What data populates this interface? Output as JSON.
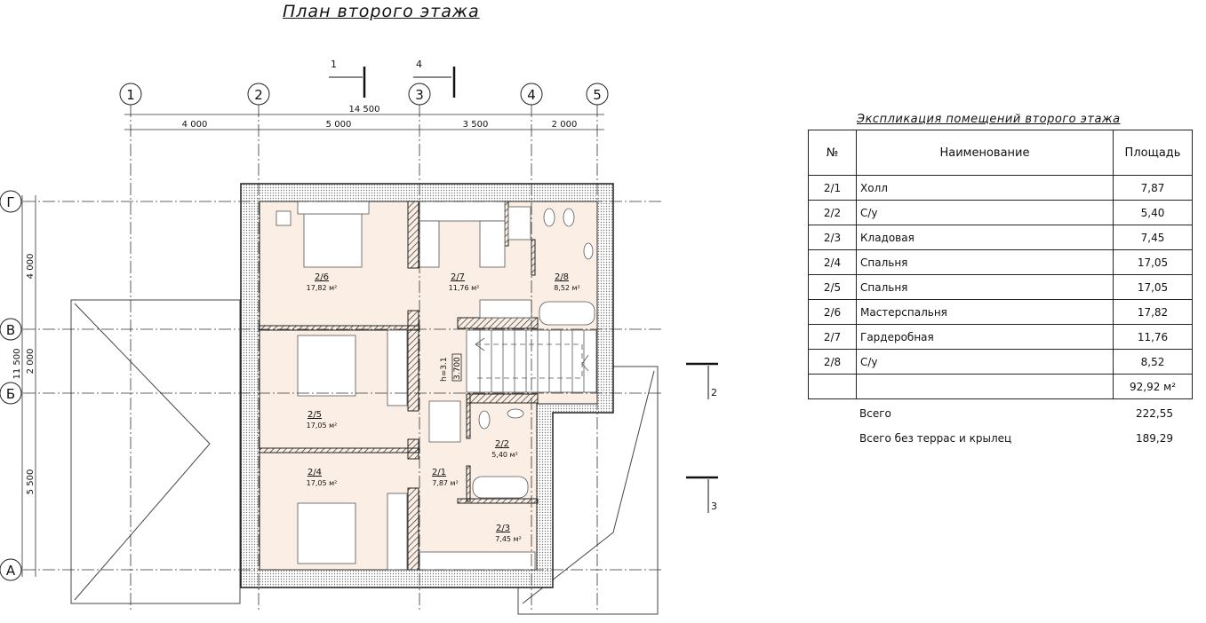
{
  "title": "План второго этажа",
  "axes": {
    "vertical": [
      "1",
      "2",
      "3",
      "4",
      "5"
    ],
    "horizontal": [
      "Г",
      "В",
      "Б",
      "А"
    ]
  },
  "dims": {
    "total_width": "14 500",
    "spans": [
      "4 000",
      "5 000",
      "3 500",
      "2 000"
    ],
    "total_height": "11 500",
    "vspans": [
      "4 000",
      "2 000",
      "5 500"
    ]
  },
  "sections": {
    "s1": "1",
    "s4": "4",
    "s2": "2",
    "s3": "3"
  },
  "stair": {
    "h": "h=3.1",
    "level": "3.700"
  },
  "rooms": [
    {
      "id": "2/6",
      "area": "17,82 м²"
    },
    {
      "id": "2/7",
      "area": "11,76 м²"
    },
    {
      "id": "2/8",
      "area": "8,52 м²"
    },
    {
      "id": "2/5",
      "area": "17,05 м²"
    },
    {
      "id": "2/4",
      "area": "17,05 м²"
    },
    {
      "id": "2/1",
      "area": "7,87 м²"
    },
    {
      "id": "2/2",
      "area": "5,40 м²"
    },
    {
      "id": "2/3",
      "area": "7,45 м²"
    }
  ],
  "table": {
    "caption": "Экспликация помещений второго этажа",
    "headers": [
      "№",
      "Наименование",
      "Площадь"
    ],
    "rows": [
      [
        "2/1",
        "Холл",
        "7,87"
      ],
      [
        "2/2",
        "С/у",
        "5,40"
      ],
      [
        "2/3",
        "Кладовая",
        "7,45"
      ],
      [
        "2/4",
        "Спальня",
        "17,05"
      ],
      [
        "2/5",
        "Спальня",
        "17,05"
      ],
      [
        "2/6",
        "Мастерспальня",
        "17,82"
      ],
      [
        "2/7",
        "Гардеробная",
        "11,76"
      ],
      [
        "2/8",
        "С/у",
        "8,52"
      ]
    ],
    "sum": "92,92 м²",
    "totals": [
      {
        "label": "Всего",
        "value": "222,55"
      },
      {
        "label": "Всего без террас и крылец",
        "value": "189,29"
      }
    ]
  }
}
